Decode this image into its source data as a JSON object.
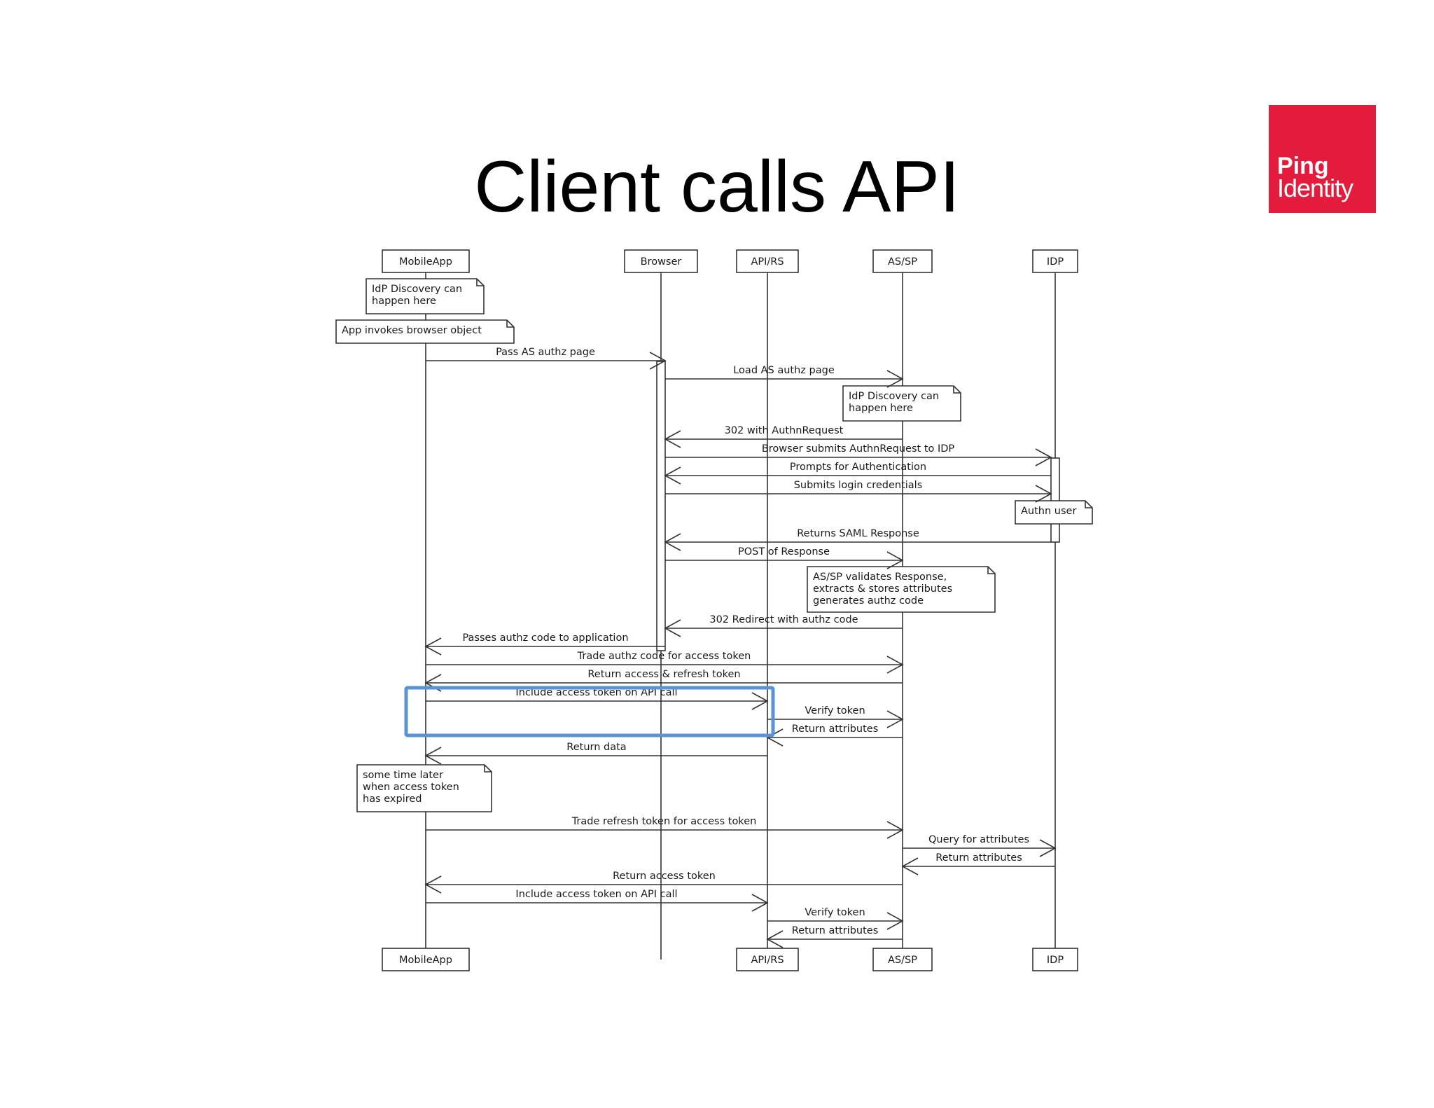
{
  "title": "Client calls API",
  "logo": {
    "line1": "Ping",
    "line2": "Identity",
    "color": "#E31B3C"
  },
  "highlight_color": "#5B93D3",
  "participants": [
    "MobileApp",
    "Browser",
    "API/RS",
    "AS/SP",
    "IDP"
  ],
  "footer_participants": [
    "MobileApp",
    "API/RS",
    "AS/SP",
    "IDP"
  ],
  "notes": [
    {
      "lines": [
        "IdP Discovery can",
        "happen here"
      ]
    },
    {
      "lines": [
        "App invokes browser object"
      ]
    },
    {
      "lines": [
        "IdP Discovery can",
        "happen here"
      ]
    },
    {
      "lines": [
        "Authn user"
      ]
    },
    {
      "lines": [
        "AS/SP validates Response,",
        "extracts & stores attributes",
        "generates authz code"
      ]
    },
    {
      "lines": [
        "some time later",
        "when access token",
        "has expired"
      ]
    }
  ],
  "messages": [
    {
      "label": "Pass AS authz page",
      "from": "MobileApp",
      "to": "Browser"
    },
    {
      "label": "Load AS authz page",
      "from": "Browser",
      "to": "AS/SP"
    },
    {
      "label": "302 with AuthnRequest",
      "from": "AS/SP",
      "to": "Browser"
    },
    {
      "label": "Browser submits AuthnRequest to IDP",
      "from": "Browser",
      "to": "IDP"
    },
    {
      "label": "Prompts for Authentication",
      "from": "IDP",
      "to": "Browser"
    },
    {
      "label": "Submits login credentials",
      "from": "Browser",
      "to": "IDP"
    },
    {
      "label": "Returns SAML Response",
      "from": "IDP",
      "to": "Browser"
    },
    {
      "label": "POST of Response",
      "from": "Browser",
      "to": "AS/SP"
    },
    {
      "label": "302 Redirect with authz code",
      "from": "AS/SP",
      "to": "Browser"
    },
    {
      "label": "Passes authz code to application",
      "from": "Browser",
      "to": "MobileApp"
    },
    {
      "label": "Trade authz code for access token",
      "from": "MobileApp",
      "to": "AS/SP"
    },
    {
      "label": "Return access & refresh token",
      "from": "AS/SP",
      "to": "MobileApp"
    },
    {
      "label": "Include access token on API call",
      "from": "MobileApp",
      "to": "API/RS"
    },
    {
      "label": "Verify token",
      "from": "API/RS",
      "to": "AS/SP"
    },
    {
      "label": "Return attributes",
      "from": "AS/SP",
      "to": "API/RS"
    },
    {
      "label": "Return data",
      "from": "API/RS",
      "to": "MobileApp"
    },
    {
      "label": "Trade refresh token for access token",
      "from": "MobileApp",
      "to": "AS/SP"
    },
    {
      "label": "Query for attributes",
      "from": "AS/SP",
      "to": "IDP"
    },
    {
      "label": "Return attributes",
      "from": "IDP",
      "to": "AS/SP"
    },
    {
      "label": "Return access token",
      "from": "AS/SP",
      "to": "MobileApp"
    },
    {
      "label": "Include access token on API call",
      "from": "MobileApp",
      "to": "API/RS"
    },
    {
      "label": "Verify token",
      "from": "API/RS",
      "to": "AS/SP"
    },
    {
      "label": "Return attributes",
      "from": "AS/SP",
      "to": "API/RS"
    }
  ]
}
